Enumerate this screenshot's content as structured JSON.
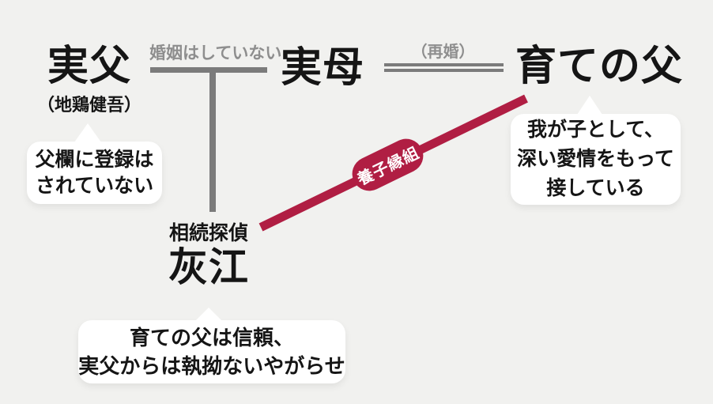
{
  "palette": {
    "background": "#f1f1ef",
    "gray_line": "#7b7b7b",
    "gray_text": "#8e8e8e",
    "crimson": "#b01e43",
    "text": "#151515",
    "bubble_bg": "#ffffff"
  },
  "nodes": {
    "bio_father": {
      "label": "実父",
      "name": "（地鶏健吾）"
    },
    "bio_mother": {
      "label": "実母"
    },
    "foster_father": {
      "label": "育ての父"
    },
    "detective": {
      "title": "相続探偵",
      "label": "灰江"
    }
  },
  "edges": {
    "bio_parents": {
      "label": "婚姻はしていない"
    },
    "remarriage": {
      "label": "（再婚）"
    },
    "adoption": {
      "label": "養子縁組"
    }
  },
  "bubbles": {
    "bio_father_note": {
      "lines": [
        "父欄に登録は",
        "されていない"
      ]
    },
    "foster_father_note": {
      "lines": [
        "我が子として、",
        "深い愛情をもって",
        "接している"
      ]
    },
    "detective_note": {
      "lines": [
        "育ての父は信頼、",
        "実父からは執拗ないやがらせ"
      ]
    }
  }
}
